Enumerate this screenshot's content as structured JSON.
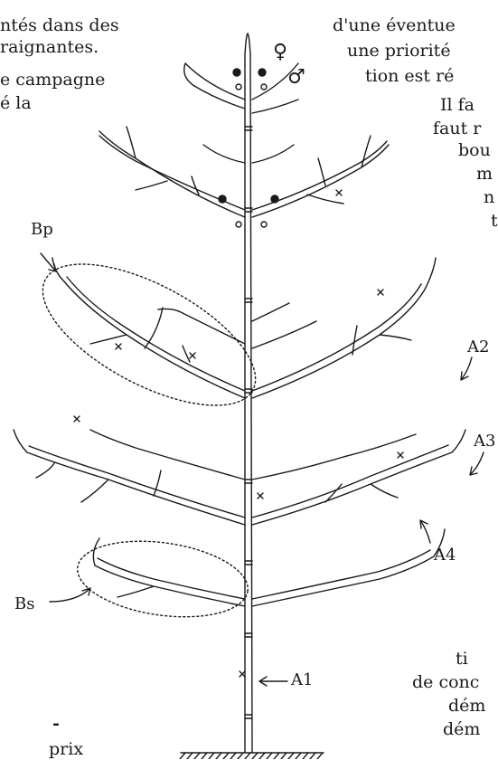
{
  "left_text": [
    "",
    "ntés dans des",
    "raignantes.",
    "e campagne",
    "é la"
  ],
  "right_text": [
    "",
    "d'une éventue",
    "une priorité",
    "tion est ré",
    "Il fa",
    "faut r",
    "bou",
    "m",
    "n",
    "t"
  ],
  "bottom_right_text": [
    "ti",
    "de conc",
    "dém",
    "dém"
  ],
  "bottom_left_text": [
    "-",
    "prix"
  ],
  "labels": {
    "bp": "Bp",
    "bs": "Bs",
    "a1": "A1",
    "a2": "A2",
    "a3": "A3",
    "a4": "A4",
    "female_symbol": "♀",
    "male_symbol": "♂"
  }
}
